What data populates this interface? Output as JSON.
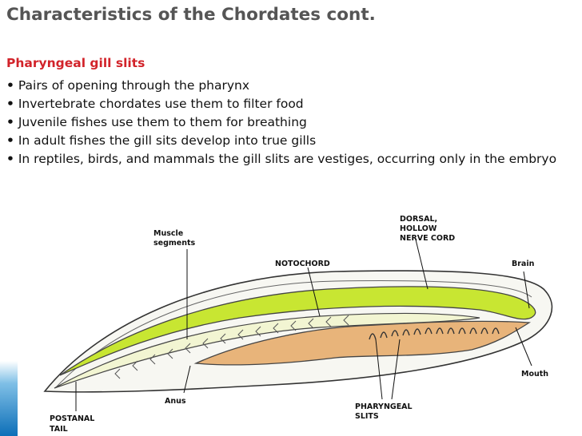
{
  "slide": {
    "title": "Characteristics of the Chordates cont.",
    "section_heading": "Pharyngeal gill slits",
    "bullets": [
      "Pairs of opening through the pharynx",
      "Invertebrate chordates use them to filter food",
      "Juvenile fishes use them to them for breathing",
      "In adult fishes the gill sits develop into true gills",
      "In reptiles, birds, and mammals the gill slits are vestiges, occurring only in the embryo"
    ],
    "bullet_glyph": "•"
  },
  "figure": {
    "labels": {
      "muscle_1": "Muscle",
      "muscle_2": "segments",
      "dorsal_1": "DORSAL,",
      "dorsal_2": "HOLLOW",
      "dorsal_3": "NERVE CORD",
      "notochord": "NOTOCHORD",
      "brain": "Brain",
      "mouth": "Mouth",
      "anus": "Anus",
      "pharyngeal_1": "PHARYNGEAL",
      "pharyngeal_2": "SLITS",
      "postanal_1": "POSTANAL",
      "postanal_2": "TAIL"
    },
    "colors": {
      "nerve_cord": "#c8e632",
      "notochord": "#f2f5d2",
      "gut": "#e8b47a",
      "outline": "#333333",
      "accent_bar": "#0d6fb8"
    }
  }
}
